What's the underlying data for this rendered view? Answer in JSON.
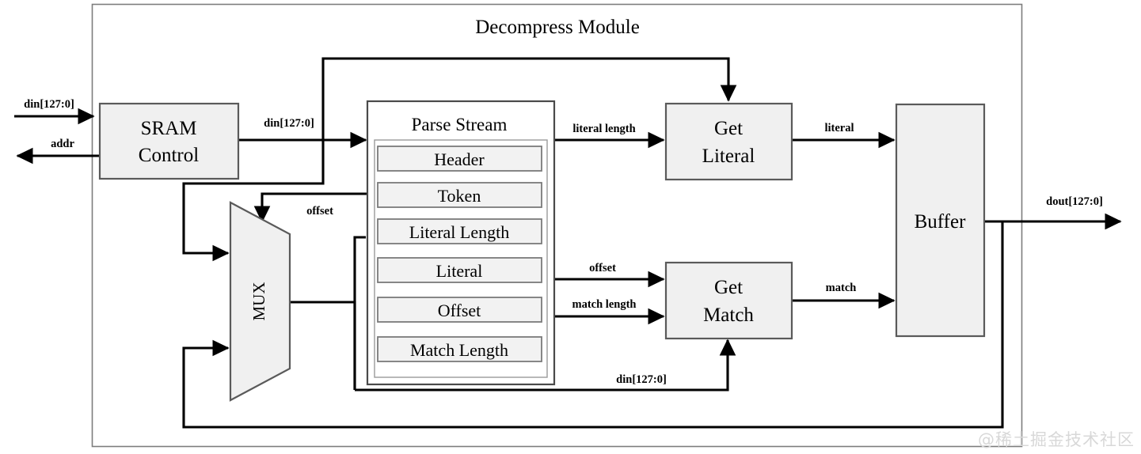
{
  "diagram": {
    "title": "Decompress Module",
    "watermark": "@稀土掘金技术社区",
    "colors": {
      "block_fill": "#f0f0f0",
      "block_stroke": "#5a5a5a",
      "wire": "#000000",
      "frame": "#7d7d7d",
      "background": "#ffffff",
      "watermark": "#d8d8d8"
    }
  },
  "blocks": {
    "sram_control": {
      "line1": "SRAM",
      "line2": "Control"
    },
    "mux": {
      "label": "MUX"
    },
    "parse_stream": {
      "title": "Parse Stream",
      "fields": [
        "Header",
        "Token",
        "Literal Length",
        "Literal",
        "Offset",
        "Match Length"
      ]
    },
    "get_literal": {
      "line1": "Get",
      "line2": "Literal"
    },
    "get_match": {
      "line1": "Get",
      "line2": "Match"
    },
    "buffer": {
      "label": "Buffer"
    }
  },
  "signals": {
    "din_in": "din[127:0]",
    "addr_out": "addr",
    "din_to_parse": "din[127:0]",
    "din_to_match": "din[127:0]",
    "offset_to_mux": "offset",
    "literal_length": "literal length",
    "literal": "literal",
    "offset_to_match": "offset",
    "match_length": "match length",
    "match": "match",
    "dout": "dout[127:0]"
  }
}
